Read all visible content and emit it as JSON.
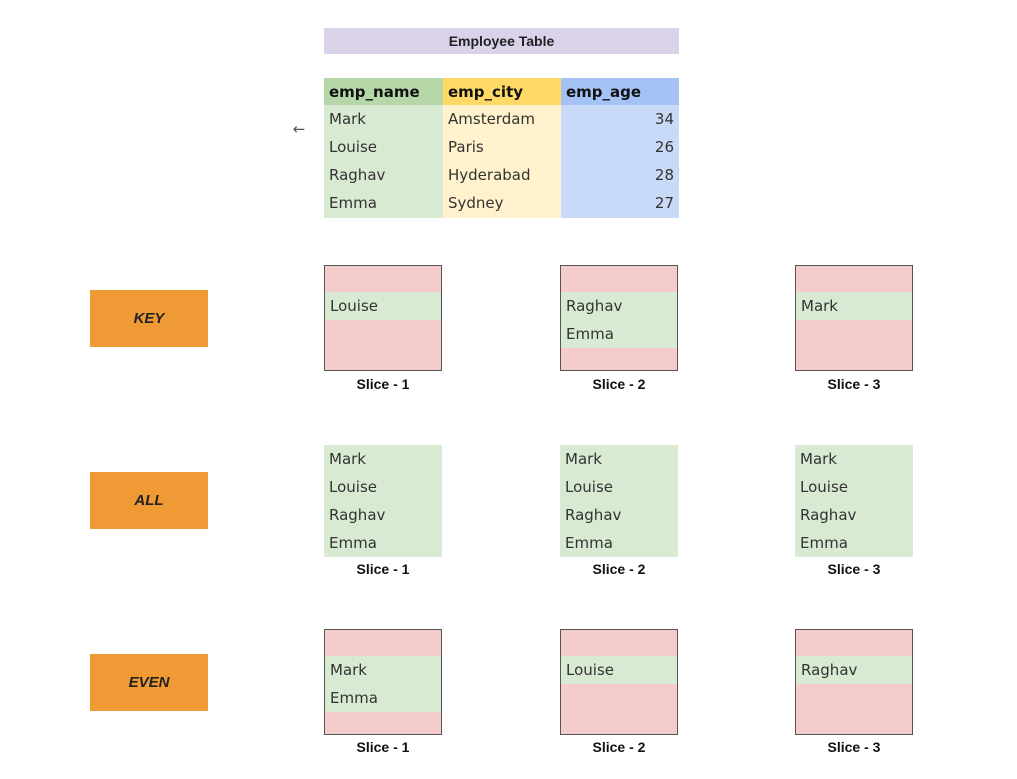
{
  "table": {
    "title": "Employee Table",
    "headers": [
      "emp_name",
      "emp_city",
      "emp_age"
    ],
    "rows": [
      {
        "name": "Mark",
        "city": "Amsterdam",
        "age": "34"
      },
      {
        "name": "Louise",
        "city": "Paris",
        "age": "26"
      },
      {
        "name": "Raghav",
        "city": "Hyderabad",
        "age": "28"
      },
      {
        "name": "Emma",
        "city": "Sydney",
        "age": "27"
      }
    ]
  },
  "styles": {
    "key": {
      "label": "KEY",
      "slices": [
        {
          "label": "Slice - 1",
          "items": [
            "Louise"
          ]
        },
        {
          "label": "Slice - 2",
          "items": [
            "Raghav",
            "Emma"
          ]
        },
        {
          "label": "Slice - 3",
          "items": [
            "Mark"
          ]
        }
      ]
    },
    "all": {
      "label": "ALL",
      "slices": [
        {
          "label": "Slice - 1",
          "items": [
            "Mark",
            "Louise",
            "Raghav",
            "Emma"
          ]
        },
        {
          "label": "Slice - 2",
          "items": [
            "Mark",
            "Louise",
            "Raghav",
            "Emma"
          ]
        },
        {
          "label": "Slice - 3",
          "items": [
            "Mark",
            "Louise",
            "Raghav",
            "Emma"
          ]
        }
      ]
    },
    "even": {
      "label": "EVEN",
      "slices": [
        {
          "label": "Slice - 1",
          "items": [
            "Mark",
            "Emma"
          ]
        },
        {
          "label": "Slice - 2",
          "items": [
            "Louise"
          ]
        },
        {
          "label": "Slice - 3",
          "items": [
            "Raghav"
          ]
        }
      ]
    }
  },
  "colors": {
    "name_header": "#b6d7a8",
    "name_cells": "#d9ead3",
    "city_header": "#ffd966",
    "city_cells": "#fff2cc",
    "age_header": "#a4c2f4",
    "age_cells": "#c9daf8",
    "style_box": "#f09a36",
    "slice_empty": "#f4cccc",
    "slice_row": "#d9ead3",
    "title_bar": "#d9d2e9"
  },
  "icons": {
    "back": "arrow-left-icon"
  }
}
